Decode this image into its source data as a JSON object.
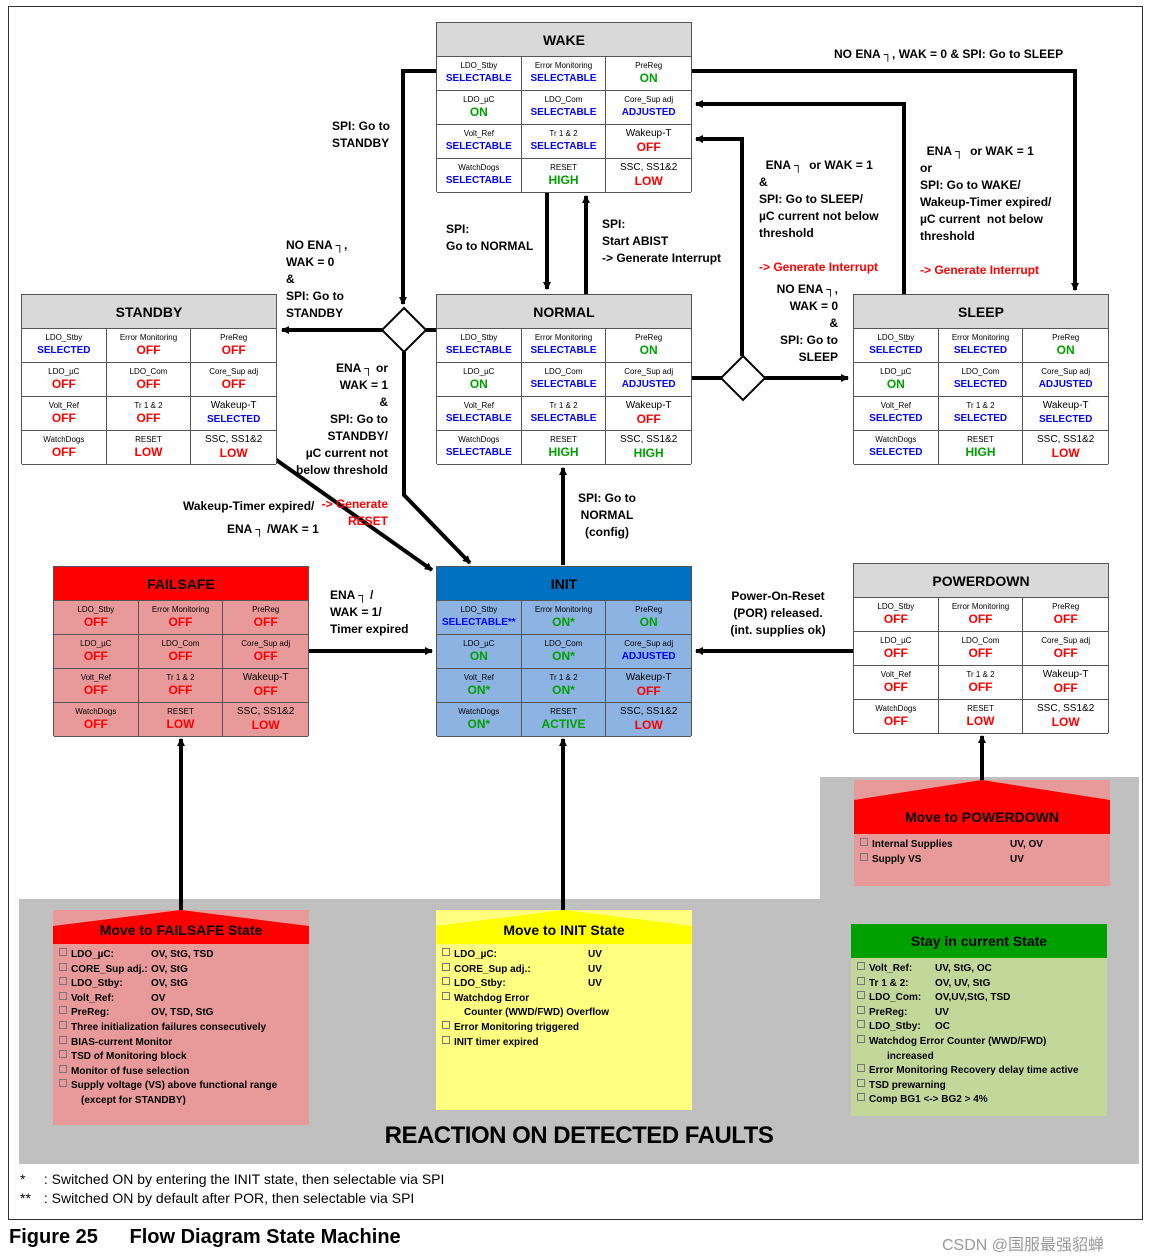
{
  "figure": {
    "number": "Figure 25",
    "title": "Flow Diagram State Machine"
  },
  "watermark": "CSDN @国服最强貂蝉",
  "footnotes": [
    {
      "mark": "*",
      "text": ": Switched ON by entering the INIT state, then selectable via SPI"
    },
    {
      "mark": "**",
      "text": ": Switched ON by default after POR, then selectable via SPI"
    }
  ],
  "reaction_title": "REACTION ON DETECTED FAULTS",
  "colors": {
    "red": "#ff0000",
    "blue": "#0000ff",
    "green": "#00a000",
    "init_header": "#0070c0",
    "init_body": "#8db3e2",
    "failsafe_body": "#e89a9a",
    "init_fault": "#ffff00",
    "stay_fault": "#00a000"
  },
  "states": {
    "wake": {
      "title": "WAKE",
      "cells": [
        [
          "LDO_Stby",
          "SELECTABLE",
          "blue"
        ],
        [
          "Error Monitoring",
          "SELECTABLE",
          "blue"
        ],
        [
          "PreReg",
          "ON",
          "green"
        ],
        [
          "LDO_µC",
          "ON",
          "green"
        ],
        [
          "LDO_Com",
          "SELECTABLE",
          "blue"
        ],
        [
          "Core_Sup adj",
          "ADJUSTED",
          "blue"
        ],
        [
          "Volt_Ref",
          "SELECTABLE",
          "blue"
        ],
        [
          "Tr 1 & 2",
          "SELECTABLE",
          "blue"
        ],
        [
          "Wakeup-T",
          "OFF",
          "red"
        ],
        [
          "WatchDogs",
          "SELECTABLE",
          "blue"
        ],
        [
          "RESET",
          "HIGH",
          "green"
        ],
        [
          "SSC, SS1&2",
          "LOW",
          "red"
        ]
      ]
    },
    "standby": {
      "title": "STANDBY",
      "cells": [
        [
          "LDO_Stby",
          "SELECTED",
          "blue"
        ],
        [
          "Error Monitoring",
          "OFF",
          "red"
        ],
        [
          "PreReg",
          "OFF",
          "red"
        ],
        [
          "LDO_µC",
          "OFF",
          "red"
        ],
        [
          "LDO_Com",
          "OFF",
          "red"
        ],
        [
          "Core_Sup adj",
          "OFF",
          "red"
        ],
        [
          "Volt_Ref",
          "OFF",
          "red"
        ],
        [
          "Tr 1 & 2",
          "OFF",
          "red"
        ],
        [
          "Wakeup-T",
          "SELECTED",
          "blue"
        ],
        [
          "WatchDogs",
          "OFF",
          "red"
        ],
        [
          "RESET",
          "LOW",
          "red"
        ],
        [
          "SSC, SS1&2",
          "LOW",
          "red"
        ]
      ]
    },
    "normal": {
      "title": "NORMAL",
      "cells": [
        [
          "LDO_Stby",
          "SELECTABLE",
          "blue"
        ],
        [
          "Error Monitoring",
          "SELECTABLE",
          "blue"
        ],
        [
          "PreReg",
          "ON",
          "green"
        ],
        [
          "LDO_µC",
          "ON",
          "green"
        ],
        [
          "LDO_Com",
          "SELECTABLE",
          "blue"
        ],
        [
          "Core_Sup adj",
          "ADJUSTED",
          "blue"
        ],
        [
          "Volt_Ref",
          "SELECTABLE",
          "blue"
        ],
        [
          "Tr 1 & 2",
          "SELECTABLE",
          "blue"
        ],
        [
          "Wakeup-T",
          "OFF",
          "red"
        ],
        [
          "WatchDogs",
          "SELECTABLE",
          "blue"
        ],
        [
          "RESET",
          "HIGH",
          "green"
        ],
        [
          "SSC, SS1&2",
          "HIGH",
          "green"
        ]
      ]
    },
    "sleep": {
      "title": "SLEEP",
      "cells": [
        [
          "LDO_Stby",
          "SELECTED",
          "blue"
        ],
        [
          "Error Monitoring",
          "SELECTED",
          "blue"
        ],
        [
          "PreReg",
          "ON",
          "green"
        ],
        [
          "LDO_µC",
          "ON",
          "green"
        ],
        [
          "LDO_Com",
          "SELECTED",
          "blue"
        ],
        [
          "Core_Sup adj",
          "ADJUSTED",
          "blue"
        ],
        [
          "Volt_Ref",
          "SELECTED",
          "blue"
        ],
        [
          "Tr 1 & 2",
          "SELECTED",
          "blue"
        ],
        [
          "Wakeup-T",
          "SELECTED",
          "blue"
        ],
        [
          "WatchDogs",
          "SELECTED",
          "blue"
        ],
        [
          "RESET",
          "HIGH",
          "green"
        ],
        [
          "SSC, SS1&2",
          "LOW",
          "red"
        ]
      ]
    },
    "failsafe": {
      "title": "FAILSAFE",
      "cells": [
        [
          "LDO_Stby",
          "OFF",
          "red"
        ],
        [
          "Error Monitoring",
          "OFF",
          "red"
        ],
        [
          "PreReg",
          "OFF",
          "red"
        ],
        [
          "LDO_µC",
          "OFF",
          "red"
        ],
        [
          "LDO_Com",
          "OFF",
          "red"
        ],
        [
          "Core_Sup adj",
          "OFF",
          "red"
        ],
        [
          "Volt_Ref",
          "OFF",
          "red"
        ],
        [
          "Tr 1 & 2",
          "OFF",
          "red"
        ],
        [
          "Wakeup-T",
          "OFF",
          "red"
        ],
        [
          "WatchDogs",
          "OFF",
          "red"
        ],
        [
          "RESET",
          "LOW",
          "red"
        ],
        [
          "SSC, SS1&2",
          "LOW",
          "red"
        ]
      ]
    },
    "init": {
      "title": "INIT",
      "cells": [
        [
          "LDO_Stby",
          "SELECTABLE**",
          "blue"
        ],
        [
          "Error Monitoring",
          "ON*",
          "green"
        ],
        [
          "PreReg",
          "ON",
          "green"
        ],
        [
          "LDO_µC",
          "ON",
          "green"
        ],
        [
          "LDO_Com",
          "ON*",
          "green"
        ],
        [
          "Core_Sup adj",
          "ADJUSTED",
          "blue"
        ],
        [
          "Volt_Ref",
          "ON*",
          "green"
        ],
        [
          "Tr 1 & 2",
          "ON*",
          "green"
        ],
        [
          "Wakeup-T",
          "OFF",
          "red"
        ],
        [
          "WatchDogs",
          "ON*",
          "green"
        ],
        [
          "RESET",
          "ACTIVE",
          "green"
        ],
        [
          "SSC, SS1&2",
          "LOW",
          "red"
        ]
      ]
    },
    "powerdown": {
      "title": "POWERDOWN",
      "cells": [
        [
          "LDO_Stby",
          "OFF",
          "red"
        ],
        [
          "Error Monitoring",
          "OFF",
          "red"
        ],
        [
          "PreReg",
          "OFF",
          "red"
        ],
        [
          "LDO_µC",
          "OFF",
          "red"
        ],
        [
          "LDO_Com",
          "OFF",
          "red"
        ],
        [
          "Core_Sup adj",
          "OFF",
          "red"
        ],
        [
          "Volt_Ref",
          "OFF",
          "red"
        ],
        [
          "Tr 1 & 2",
          "OFF",
          "red"
        ],
        [
          "Wakeup-T",
          "OFF",
          "red"
        ],
        [
          "WatchDogs",
          "OFF",
          "red"
        ],
        [
          "RESET",
          "LOW",
          "red"
        ],
        [
          "SSC, SS1&2",
          "LOW",
          "red"
        ]
      ]
    }
  },
  "transitions": {
    "wake_to_sleep": "NO ENA ┐, WAK = 0 & SPI: Go to SLEEP",
    "wake_to_standby": "SPI: Go to\nSTANDBY",
    "normal_from_wake": "SPI:\nGo to NORMAL",
    "normal_to_wake": "SPI:\nStart ABIST\n-> Generate Interrupt",
    "normal_to_standby": "NO ENA ┐,\nWAK = 0\n&\nSPI: Go to\nSTANDBY",
    "standby_cond": "ENA ┐ or\nWAK = 1\n&\nSPI: Go to\nSTANDBY/\nµC current not\nbelow threshold",
    "standby_cond_red": "-> Generate\nRESET",
    "sleep_to_wake": "ENA ┐  or WAK = 1\n&\nSPI: Go to SLEEP/\nµC current not below\nthreshold",
    "sleep_to_wake_red": "-> Generate Interrupt",
    "sleep_exit": "ENA ┐  or WAK = 1\nor\nSPI: Go to WAKE/\nWakeup-Timer expired/\nµC current  not below\nthreshold",
    "sleep_exit_red": "-> Generate Interrupt",
    "normal_to_sleep": "NO ENA ┐,\nWAK = 0\n&\nSPI: Go to\nSLEEP",
    "standby_to_init": "Wakeup-Timer expired/",
    "standby_to_init_2": "ENA ┐ /WAK = 1",
    "init_to_normal": "SPI: Go to\nNORMAL\n(config)",
    "failsafe_to_init": "ENA ┐ /\nWAK = 1/\nTimer expired",
    "powerdown_to_init": "Power-On-Reset\n(POR) released.\n(int. supplies ok)"
  },
  "faults": {
    "failsafe": {
      "title": "Move to FAILSAFE State",
      "items": [
        [
          "LDO_µC:",
          "OV, StG, TSD"
        ],
        [
          "CORE_Sup adj.:",
          "OV, StG"
        ],
        [
          "LDO_Stby:",
          "OV, StG"
        ],
        [
          "Volt_Ref:",
          "OV"
        ],
        [
          "PreReg:",
          "OV, TSD, StG"
        ],
        [
          "Three initialization failures consecutively",
          ""
        ],
        [
          "BIAS-current Monitor",
          ""
        ],
        [
          "TSD of Monitoring block",
          ""
        ],
        [
          "Monitor of fuse selection",
          ""
        ],
        [
          "Supply voltage (VS) above functional range",
          ""
        ]
      ],
      "tail": "(except for STANDBY)"
    },
    "init": {
      "title": "Move to INIT State",
      "items": [
        [
          "LDO_µC:",
          "UV"
        ],
        [
          "CORE_Sup adj.:",
          "UV"
        ],
        [
          "LDO_Stby:",
          "UV"
        ],
        [
          "Watchdog Error",
          ""
        ]
      ],
      "cont": "Counter (WWD/FWD) Overflow",
      "items2": [
        [
          "Error Monitoring triggered",
          ""
        ],
        [
          "INIT timer expired",
          ""
        ]
      ]
    },
    "stay": {
      "title": "Stay in current State",
      "items": [
        [
          "Volt_Ref:",
          "UV, StG, OC"
        ],
        [
          "Tr 1 & 2:",
          "OV, UV, StG"
        ],
        [
          "LDO_Com:",
          "OV,UV,StG, TSD"
        ],
        [
          "PreReg:",
          "UV"
        ],
        [
          "LDO_Stby:",
          "OC"
        ],
        [
          "Watchdog Error Counter (WWD/FWD)",
          ""
        ]
      ],
      "cont": "increased",
      "items2": [
        [
          "Error Monitoring Recovery delay time active",
          ""
        ],
        [
          "TSD prewarning",
          ""
        ],
        [
          "Comp BG1 <-> BG2 > 4%",
          ""
        ]
      ]
    },
    "powerdown": {
      "title": "Move to POWERDOWN",
      "items": [
        [
          "Internal Supplies",
          "UV, OV"
        ],
        [
          "Supply VS",
          "UV"
        ]
      ]
    }
  }
}
